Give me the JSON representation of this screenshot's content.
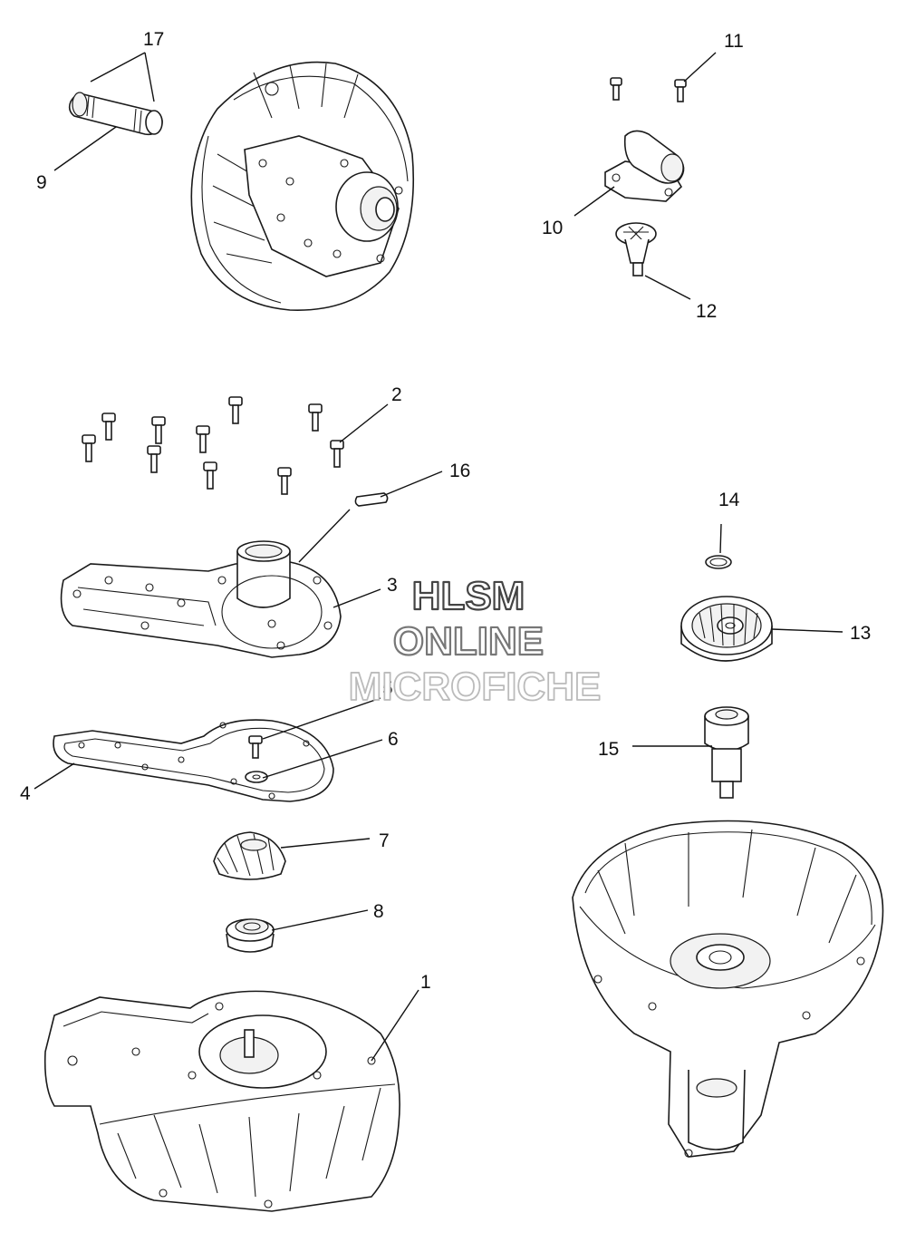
{
  "callouts": {
    "c1": "1",
    "c2": "2",
    "c3": "3",
    "c4": "4",
    "c5": "5",
    "c6": "6",
    "c7": "7",
    "c8": "8",
    "c9": "9",
    "c10": "10",
    "c11": "11",
    "c12": "12",
    "c13": "13",
    "c14": "14",
    "c15": "15",
    "c16": "16",
    "c17": "17"
  },
  "watermark": {
    "line1": "HLSM",
    "line2": "ONLINE",
    "line3": "MICROFICHE"
  },
  "colors": {
    "line": "#1a1a1a",
    "background": "#ffffff"
  }
}
